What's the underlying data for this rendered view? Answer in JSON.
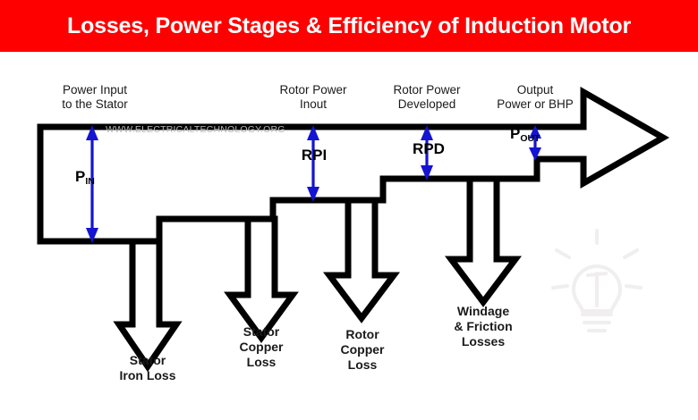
{
  "banner": {
    "title": "Losses, Power Stages & Efficiency of Induction Motor",
    "bg_color": "#ff0000",
    "text_color": "#ffffff"
  },
  "colors": {
    "outline": "#000000",
    "arrow_blue": "#1414d2",
    "watermark": "#b9b9b9",
    "background": "#ffffff"
  },
  "watermark": {
    "text": "WWW.ELECTRICALTECHNOLOGY.ORG",
    "bulb_icon": "lightbulb-icon"
  },
  "diagram": {
    "type": "power-flow-sankey-style",
    "stage_headers": [
      {
        "id": "power-input",
        "lines": [
          "Power Input",
          "to the Stator"
        ]
      },
      {
        "id": "rotor-power-input",
        "lines": [
          "Rotor Power",
          "Inout"
        ]
      },
      {
        "id": "rotor-power-developed",
        "lines": [
          "Rotor Power",
          "Developed"
        ]
      },
      {
        "id": "output-power",
        "lines": [
          "Output",
          "Power or BHP"
        ]
      }
    ],
    "power_measures": [
      {
        "id": "p-in",
        "symbol": "P",
        "subscript": "IN"
      },
      {
        "id": "rpi",
        "symbol": "RPI",
        "subscript": ""
      },
      {
        "id": "rpd",
        "symbol": "RPD",
        "subscript": ""
      },
      {
        "id": "p-out",
        "symbol": "P",
        "subscript": "OUT"
      }
    ],
    "losses": [
      {
        "id": "stator-iron-loss",
        "lines": [
          "Stator",
          "Iron Loss"
        ]
      },
      {
        "id": "stator-copper-loss",
        "lines": [
          "Stator",
          "Copper",
          "Loss"
        ]
      },
      {
        "id": "rotor-copper-loss",
        "lines": [
          "Rotor",
          "Copper",
          "Loss"
        ]
      },
      {
        "id": "windage-friction-losses",
        "lines": [
          "Windage",
          "& Friction",
          "Losses"
        ]
      }
    ]
  }
}
